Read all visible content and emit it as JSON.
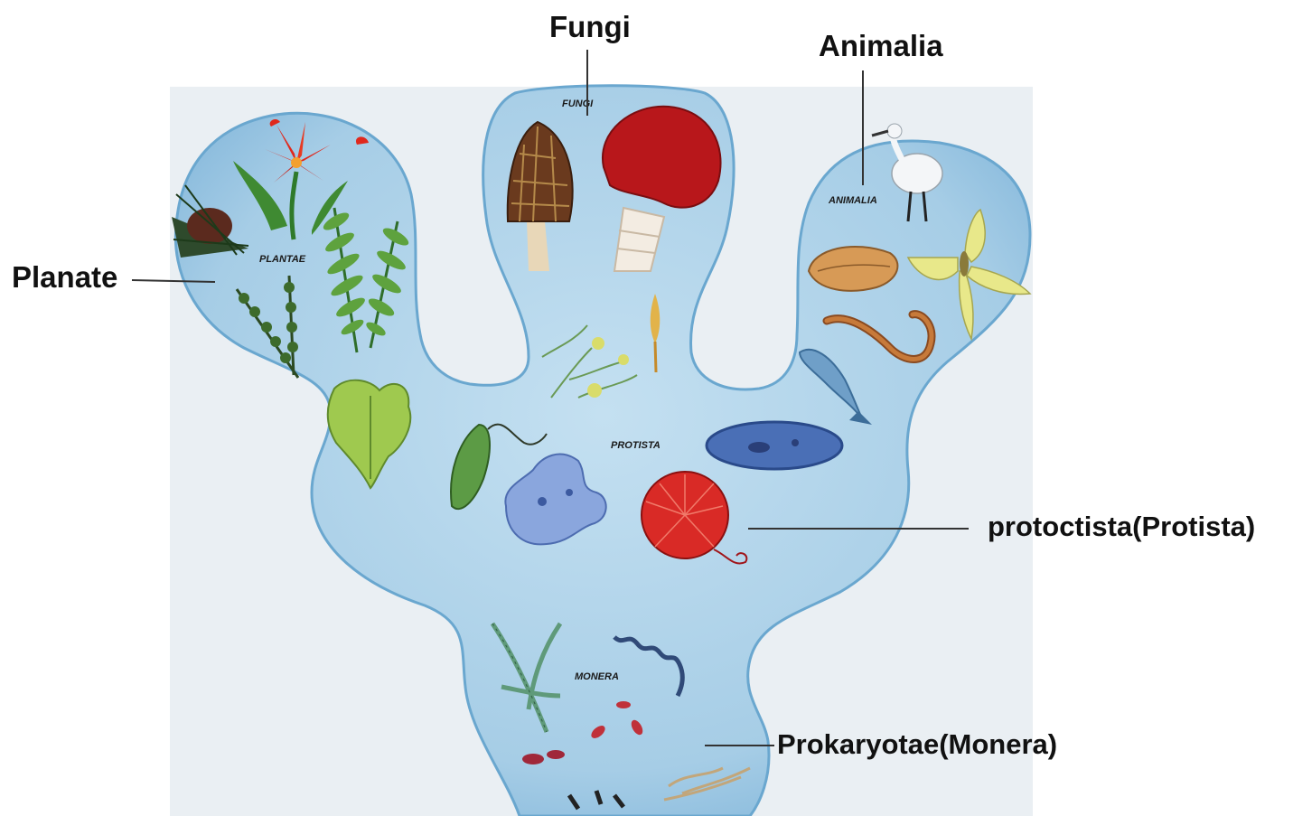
{
  "callouts": {
    "fungi": "Fungi",
    "animalia": "Animalia",
    "plantae": "Planate",
    "protista": "protoctista(Protista)",
    "monera": "Prokaryotae(Monera)"
  },
  "inner_labels": {
    "fungi": "FUNGI",
    "animalia": "ANIMALIA",
    "plantae": "PLANTAE",
    "protista": "PROTISTA",
    "monera": "MONERA"
  },
  "colors": {
    "background_panel": "#e9eef2",
    "tree_fill": "#a9cfe6",
    "tree_edge": "#5d9fc9",
    "leader_line": "#333333",
    "text": "#111111"
  },
  "icons": [
    "lily-flower-icon",
    "pine-cone-icon",
    "fern-icon",
    "moss-icon",
    "sea-lettuce-icon",
    "morel-mushroom-icon",
    "red-mushroom-icon",
    "mold-icon",
    "slime-mold-icon",
    "egret-icon",
    "clam-icon",
    "moth-icon",
    "worm-icon",
    "fish-icon",
    "euglena-icon",
    "amoeba-icon",
    "paramecium-icon",
    "red-algae-icon",
    "cyanobacteria-icon",
    "spirochete-icon",
    "bacteria-icon"
  ]
}
